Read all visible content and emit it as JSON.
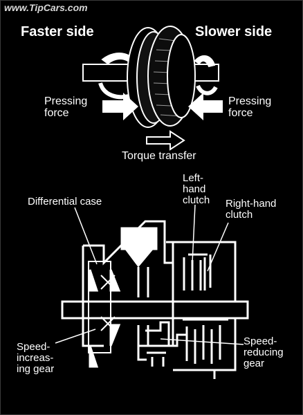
{
  "watermark": "www.TipCars.com",
  "top": {
    "faster_side": "Faster side",
    "slower_side": "Slower side",
    "pressing_force_left": "Pressing\nforce",
    "pressing_force_right": "Pressing\nforce",
    "torque_transfer": "Torque transfer"
  },
  "bottom": {
    "differential_case": "Differential case",
    "left_hand_clutch": "Left-\nhand\nclutch",
    "right_hand_clutch": "Right-hand\nclutch",
    "speed_increasing_gear": "Speed-\nincreas-\ning gear",
    "speed_reducing_gear": "Speed-\nreducing\ngear"
  },
  "colors": {
    "background": "#000000",
    "ink": "#ffffff"
  }
}
